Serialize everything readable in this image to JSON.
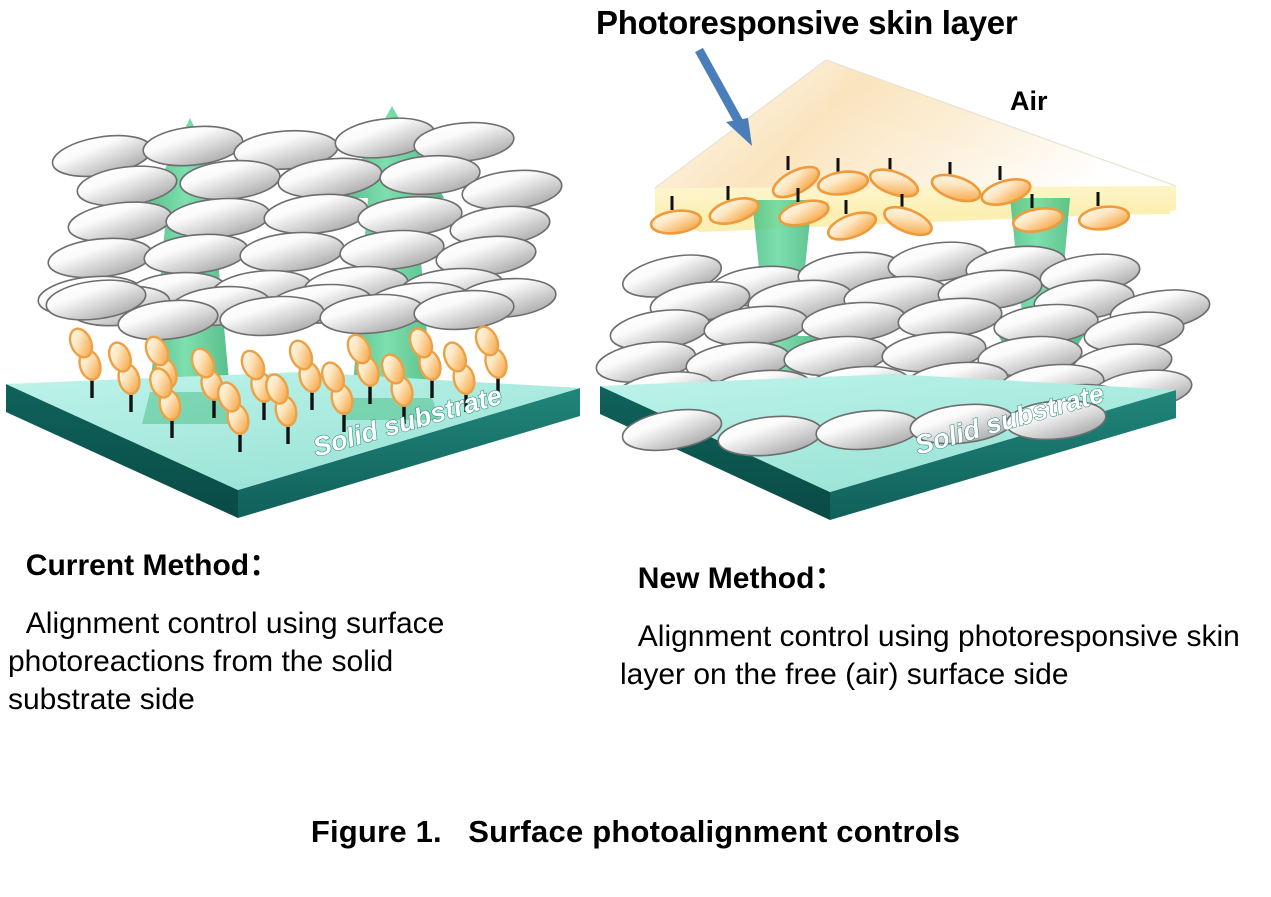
{
  "figure": {
    "caption": "Figure 1.   Surface photoalignment controls",
    "background_color": "#ffffff"
  },
  "annotations": {
    "skin_layer_title": "Photoresponsive skin layer",
    "air_label": "Air",
    "pointer_arrow_color": "#4a7ebb",
    "pointer_arrow_name": "blue-pointer-arrow"
  },
  "panels": [
    {
      "id": "left",
      "method_heading": "Current Method：",
      "method_description": "Alignment control using surface photoreactions from the solid substrate side",
      "substrate_label": "Solid substrate",
      "light_direction": "up",
      "has_skin_layer": false,
      "bulk_molecule_color": "#d9d9d9",
      "surface_molecule_color": "#f5a623",
      "arrow_color": "#3cb878",
      "substrate_top_color": "#a8ece2",
      "substrate_front_color": "#0e5a55",
      "substrate_side_color": "#1d7a70"
    },
    {
      "id": "right",
      "method_heading": "New Method：",
      "method_description": "Alignment control using photoresponsive skin layer on the free (air) surface side",
      "substrate_label": "Solid substrate",
      "light_direction": "down",
      "has_skin_layer": true,
      "skin_layer_top_color": "#f7b264",
      "skin_layer_under_color": "#faeeb0",
      "bulk_molecule_color": "#d9d9d9",
      "surface_molecule_color": "#f5a623",
      "arrow_color": "#3cb878",
      "substrate_top_color": "#a8ece2",
      "substrate_front_color": "#0e5a55",
      "substrate_side_color": "#1d7a70"
    }
  ]
}
